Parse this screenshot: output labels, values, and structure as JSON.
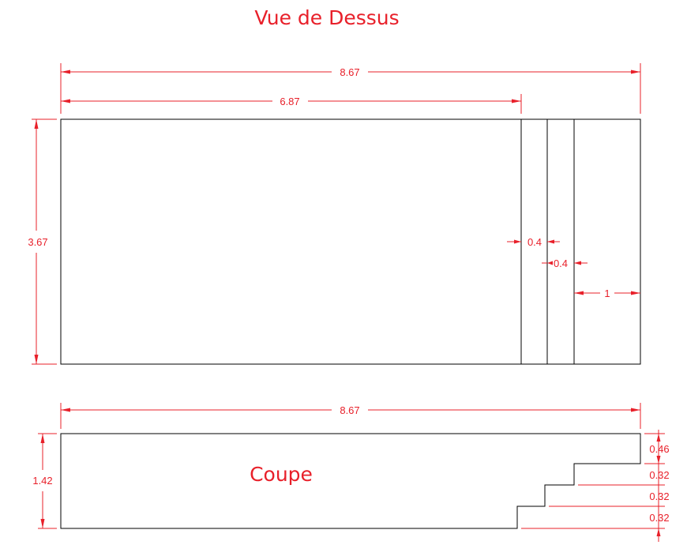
{
  "colors": {
    "annotation": "#e8202a",
    "outline": "#000000",
    "background": "#ffffff"
  },
  "top_view": {
    "title": "Vue de Dessus",
    "dims": {
      "overall_length": "8.67",
      "main_length": "6.87",
      "width": "3.67",
      "step_1": "0.4",
      "step_2": "0.4",
      "end": "1"
    }
  },
  "section": {
    "title": "Coupe",
    "dims": {
      "overall_length": "8.67",
      "depth": "1.42",
      "rise_1": "0.46",
      "rise_2": "0.32",
      "rise_3": "0.32",
      "rise_4": "0.32"
    }
  }
}
